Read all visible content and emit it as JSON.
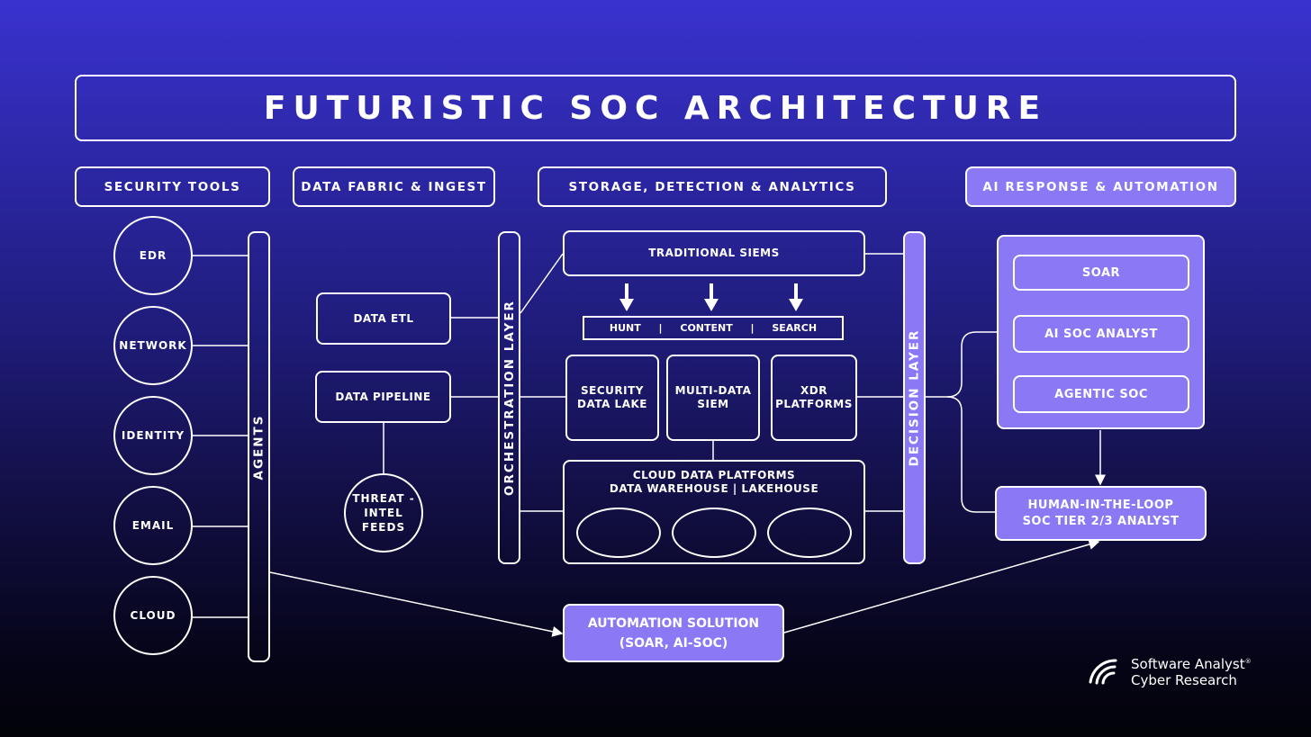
{
  "title": "FUTURISTIC SOC ARCHITECTURE",
  "headers": {
    "security_tools": "SECURITY TOOLS",
    "data_fabric": "DATA FABRIC & INGEST",
    "storage": "STORAGE, DETECTION & ANALYTICS",
    "ai_response": "AI RESPONSE & AUTOMATION"
  },
  "tools": [
    "EDR",
    "NETWORK",
    "IDENTITY",
    "EMAIL",
    "CLOUD"
  ],
  "agents": "AGENTS",
  "data_etl": "DATA ETL",
  "data_pipeline": "DATA PIPELINE",
  "threat_intel": [
    "THREAT -",
    "INTEL",
    "FEEDS"
  ],
  "orchestration": "ORCHESTRATION LAYER",
  "traditional_siems": "TRADITIONAL SIEMS",
  "hunt_bar": {
    "hunt": "HUNT",
    "content": "CONTENT",
    "search": "SEARCH",
    "sep": "|"
  },
  "security_data_lake": [
    "SECURITY",
    "DATA LAKE"
  ],
  "multi_data_siem": [
    "MULTI-DATA",
    "SIEM"
  ],
  "xdr_platforms": [
    "XDR",
    "PLATFORMS"
  ],
  "cloud_platforms": [
    "CLOUD DATA PLATFORMS",
    "DATA WAREHOUSE | LAKEHOUSE"
  ],
  "decision": "DECISION LAYER",
  "ai_items": [
    "SOAR",
    "AI SOC ANALYST",
    "AGENTIC SOC"
  ],
  "human_loop": [
    "HUMAN-IN-THE-LOOP",
    "SOC TIER 2/3 ANALYST"
  ],
  "automation": [
    "AUTOMATION SOLUTION",
    "(SOAR, AI-SOC)"
  ],
  "brand": {
    "line1": "Software Analyst",
    "reg": "®",
    "line2": "Cyber Research"
  },
  "colors": {
    "accent": "#8a78f5",
    "background_top": "#3a32cf",
    "background_bottom": "#020208"
  }
}
